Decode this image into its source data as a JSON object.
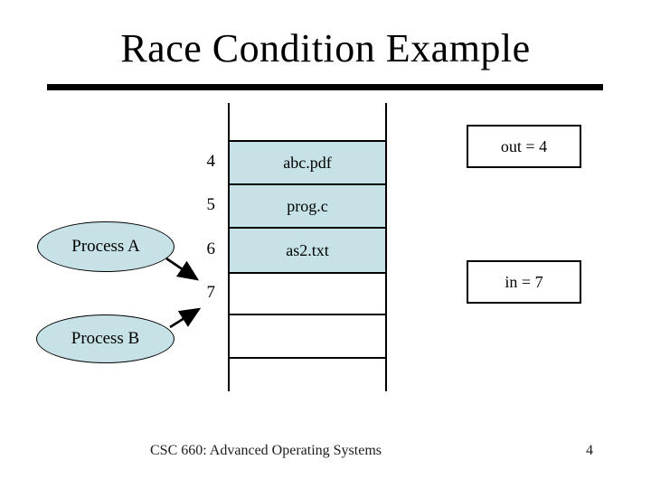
{
  "slide": {
    "title": "Race Condition Example",
    "footer": "CSC 660: Advanced Operating Systems",
    "page_number": "4"
  },
  "processes": [
    {
      "label": "Process A"
    },
    {
      "label": "Process B"
    }
  ],
  "directory_table": {
    "rows": [
      {
        "index": "4",
        "file": "abc.pdf",
        "filled": true
      },
      {
        "index": "5",
        "file": "prog.c",
        "filled": true
      },
      {
        "index": "6",
        "file": "as2.txt",
        "filled": true
      },
      {
        "index": "7",
        "file": "",
        "filled": false
      }
    ]
  },
  "pointers": [
    {
      "label": "out = 4"
    },
    {
      "label": "in = 7"
    }
  ],
  "colors": {
    "shape_fill": "#c6e2e6",
    "line": "#000000"
  }
}
